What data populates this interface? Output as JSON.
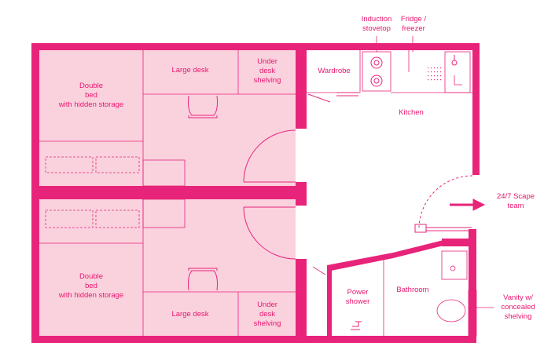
{
  "colors": {
    "wall": "#e8247a",
    "room_fill": "#fad2de",
    "line": "#e8247a",
    "text": "#e8176f"
  },
  "labels": {
    "induction": "Induction\nstovetop",
    "fridge": "Fridge /\nfreezer",
    "wardrobe": "Wardrobe",
    "kitchen": "Kitchen",
    "scape_team": "24/7 Scape\nteam",
    "top_bed": "Double\nbed\nwith hidden storage",
    "top_desk": "Large desk",
    "top_shelving": "Under\ndesk\nshelving",
    "bottom_bed": "Double\nbed\nwith hidden storage",
    "bottom_desk": "Large desk",
    "bottom_shelving": "Under\ndesk\nshelving",
    "power_shower": "Power\nshower",
    "bathroom": "Bathroom",
    "vanity": "Vanity w/\nconcealed\nshelving"
  }
}
